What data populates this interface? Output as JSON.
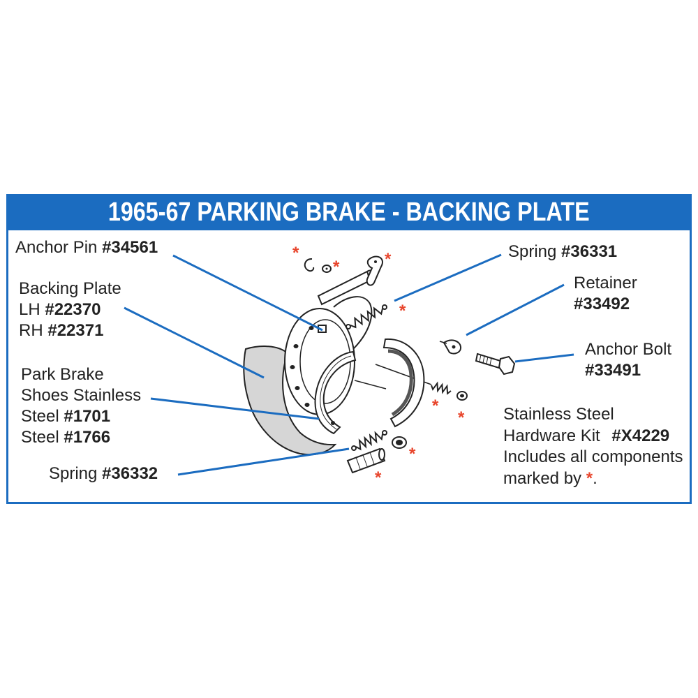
{
  "header": {
    "title": "1965-67 PARKING BRAKE - BACKING PLATE"
  },
  "colors": {
    "accent": "#1b6cc0",
    "marker": "#e8452c",
    "ink": "#222222"
  },
  "labels": {
    "anchor_pin": {
      "name": "Anchor Pin",
      "part": "#34561"
    },
    "backing_plate": {
      "name": "Backing Plate",
      "lh": "LH",
      "lh_part": "#22370",
      "rh": "RH",
      "rh_part": "#22371"
    },
    "brake_shoes": {
      "line1": "Park Brake",
      "line2": "Shoes Stainless",
      "line3": "Steel",
      "line3_part": "#1701",
      "line4": "Steel",
      "line4_part": "#1766"
    },
    "lower_spring": {
      "name": "Spring",
      "part": "#36332"
    },
    "upper_spring": {
      "name": "Spring",
      "part": "#36331"
    },
    "retainer": {
      "name": "Retainer",
      "part": "#33492"
    },
    "anchor_bolt": {
      "name": "Anchor Bolt",
      "part": "#33491"
    },
    "hardware_kit": {
      "line1": "Stainless Steel",
      "line2": "Hardware Kit",
      "line2_part": "#X4229",
      "line3": "Includes all components",
      "line4": "marked by",
      "line4_marker": "*",
      "line4_end": "."
    }
  },
  "markers": {
    "symbol": "*"
  }
}
